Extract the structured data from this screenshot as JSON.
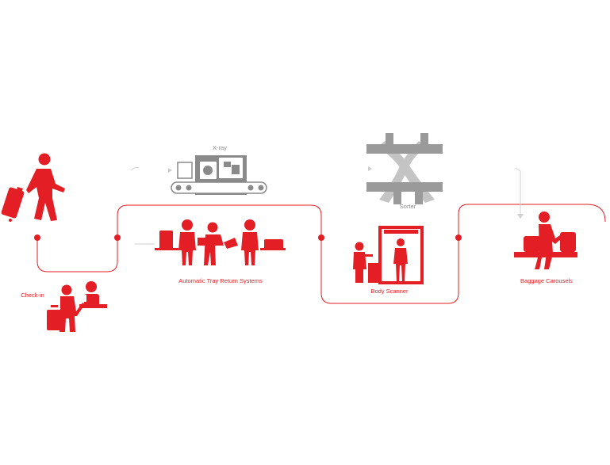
{
  "colors": {
    "accent": "#e31e24",
    "grey": "#8a8a8a",
    "light_grey": "#d0d0d0"
  },
  "stages": {
    "xray": {
      "label": "X-ray"
    },
    "sorter": {
      "label": "Sorter"
    },
    "check_in": {
      "label": "Check-in"
    },
    "tray_return": {
      "label": "Automatic Tray Return Systems"
    },
    "body_scanner": {
      "label": "Body Scanner"
    },
    "baggage_carousels": {
      "label": "Baggage Carousels"
    }
  }
}
